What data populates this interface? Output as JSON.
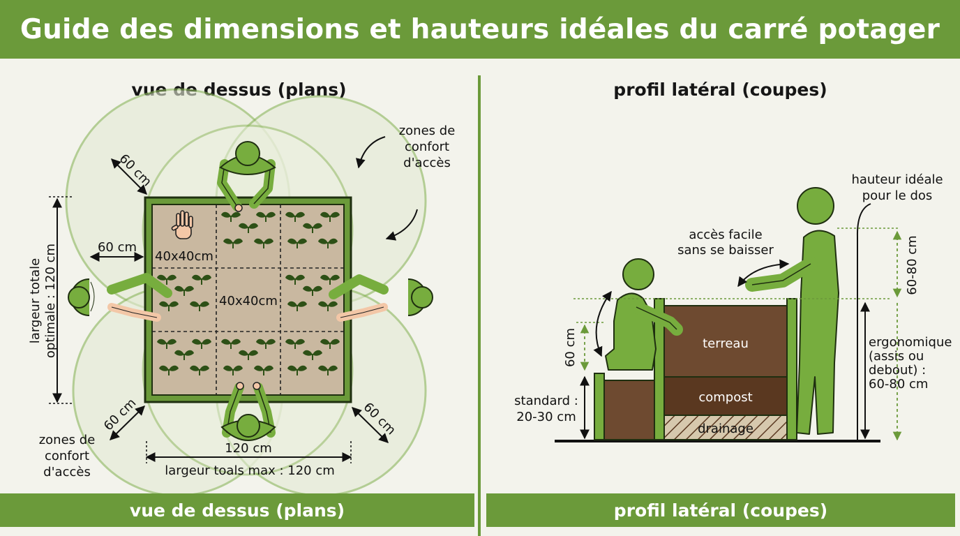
{
  "header": {
    "title": "Guide des dimensions et hauteurs idéales du carré potager"
  },
  "left_panel": {
    "title": "vue de dessus (plans)",
    "footer": "vue de dessus (plans)",
    "zones_label_top": [
      "zones de",
      "confort",
      "d'accès"
    ],
    "zones_label_bottom": [
      "zones de",
      "confort",
      "d'accès"
    ],
    "dim_top_left": "60 cm",
    "dim_left": "60 cm",
    "dim_bottom_left": "60 cm",
    "dim_bottom_right": "60 cm",
    "cell_label_corner": "40x40cm",
    "cell_label_center": "40x40cm",
    "vertical_dim": [
      "largeur totale",
      "optimale : 120 cm"
    ],
    "width_dim": "120 cm",
    "width_max": "largeur toals max : 120 cm"
  },
  "right_panel": {
    "title": "profil latéral (coupes)",
    "footer": "profil latéral (coupes)",
    "access_label": [
      "accès facile",
      "sans se baisser"
    ],
    "ideal_height_label": [
      "hauteur idéale",
      "pour le dos"
    ],
    "height_60_80": "60-80 cm",
    "height_60": "60 cm",
    "layer_soil": "terreau",
    "layer_compost": "compost",
    "layer_drainage": "drainage",
    "standard_label": [
      "standard :",
      "20-30 cm"
    ],
    "ergonomic_label": [
      "ergonomique",
      "(assis ou",
      "debout) :",
      "60-80 cm"
    ]
  },
  "colors": {
    "brand_green": "#6b9a3a",
    "figure_green": "#77ad3e",
    "soil_brown": "#6e4a30",
    "compost_brown": "#5a3820",
    "bed_tan": "#c9b8a0",
    "zone_fill": "#e4ead4"
  }
}
